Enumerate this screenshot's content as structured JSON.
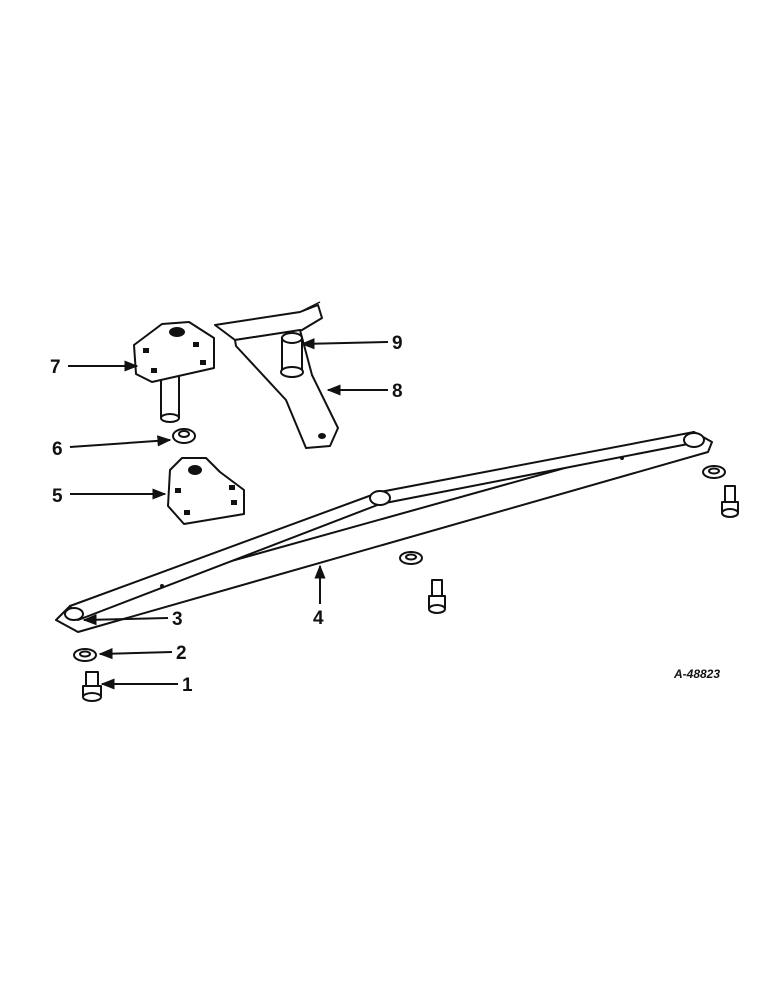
{
  "figure": {
    "reference_code": "A-48823",
    "callouts": [
      "1",
      "2",
      "3",
      "4",
      "5",
      "6",
      "7",
      "8",
      "9"
    ]
  }
}
